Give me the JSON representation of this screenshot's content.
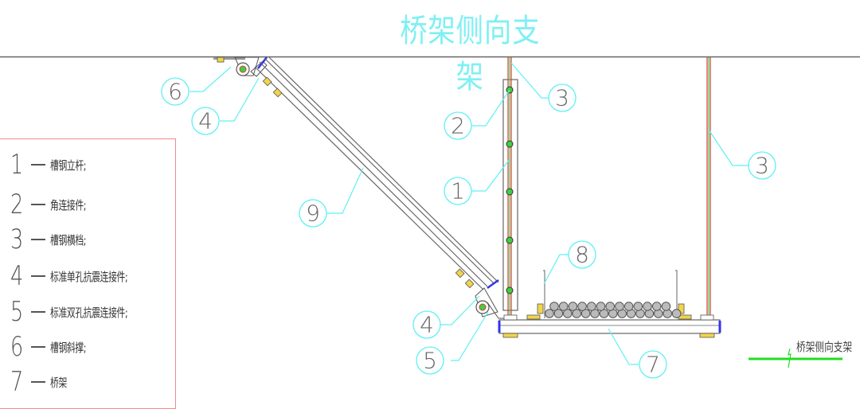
{
  "title": "桥架侧向支架",
  "legend": {
    "items": [
      {
        "num": "1",
        "label": "槽钢立杆;"
      },
      {
        "num": "2",
        "label": "角连接件;"
      },
      {
        "num": "3",
        "label": "槽钢横档;"
      },
      {
        "num": "4",
        "label": "标准单孔抗震连接件;"
      },
      {
        "num": "5",
        "label": "标准双孔抗震连接件;"
      },
      {
        "num": "6",
        "label": "槽钢斜撑;"
      },
      {
        "num": "7",
        "label": "桥架"
      }
    ]
  },
  "callouts": [
    {
      "id": "6",
      "label": "6"
    },
    {
      "id": "4a",
      "label": "4"
    },
    {
      "id": "3a",
      "label": "3"
    },
    {
      "id": "2",
      "label": "2"
    },
    {
      "id": "1",
      "label": "1"
    },
    {
      "id": "9",
      "label": "9"
    },
    {
      "id": "3b",
      "label": "3"
    },
    {
      "id": "8",
      "label": "8"
    },
    {
      "id": "4b",
      "label": "4"
    },
    {
      "id": "5",
      "label": "5"
    },
    {
      "id": "7",
      "label": "7"
    }
  ],
  "section_marker": {
    "label": "桥架侧向支架"
  },
  "colors": {
    "callout": "#5ff0f4",
    "legend_border": "#f08a8a",
    "section_line": "#22dd22",
    "steel": "#555555",
    "end_cap": "#3333ee",
    "rod_red": "#d93a3a",
    "rod_green": "#3fcf3f"
  }
}
